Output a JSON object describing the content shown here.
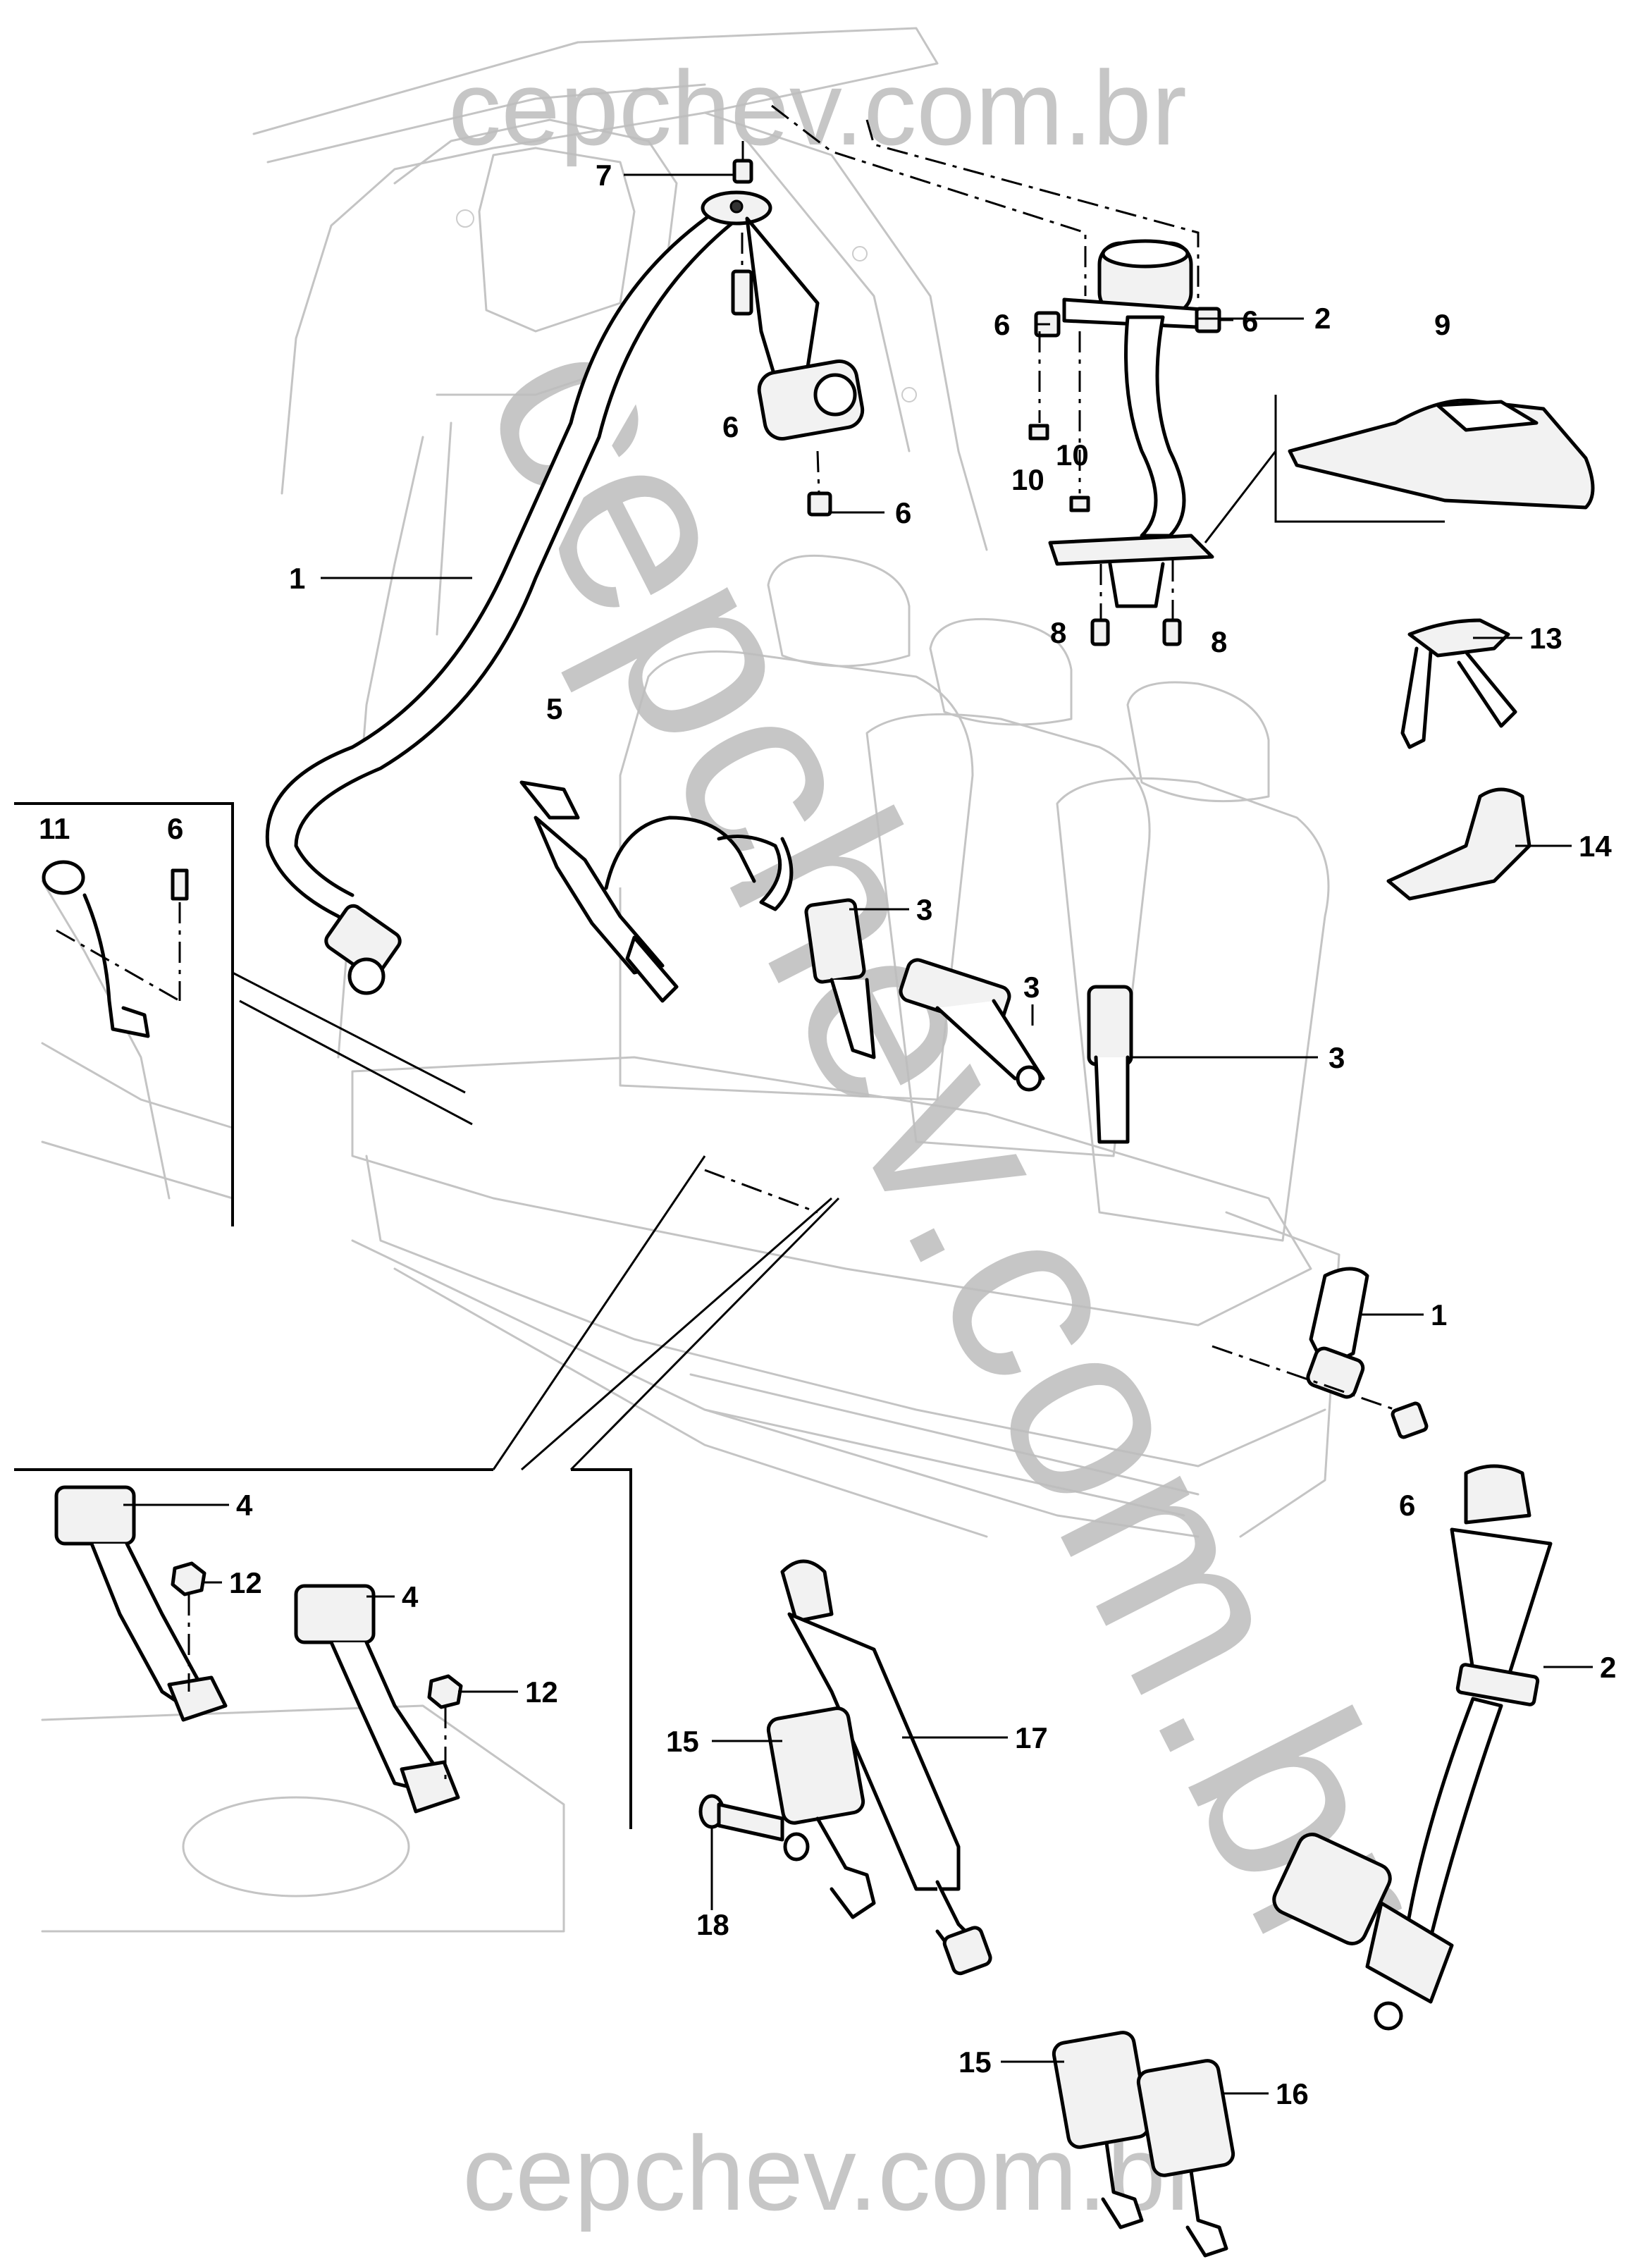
{
  "watermarks": {
    "top": "cepchev.com.br",
    "bottom": "cepchev.com.br",
    "diagonal": "cepchev.com.br"
  },
  "callouts": [
    {
      "id": "c1-upper",
      "label": "1"
    },
    {
      "id": "c2-upper",
      "label": "2"
    },
    {
      "id": "c3-a",
      "label": "3"
    },
    {
      "id": "c3-b",
      "label": "3"
    },
    {
      "id": "c3-c",
      "label": "3"
    },
    {
      "id": "c4-a",
      "label": "4"
    },
    {
      "id": "c4-b",
      "label": "4"
    },
    {
      "id": "c5",
      "label": "5"
    },
    {
      "id": "c6-a",
      "label": "6"
    },
    {
      "id": "c6-b",
      "label": "6"
    },
    {
      "id": "c6-c",
      "label": "6"
    },
    {
      "id": "c6-d",
      "label": "6"
    },
    {
      "id": "c6-e",
      "label": "6"
    },
    {
      "id": "c6-f",
      "label": "6"
    },
    {
      "id": "c7",
      "label": "7"
    },
    {
      "id": "c8-a",
      "label": "8"
    },
    {
      "id": "c8-b",
      "label": "8"
    },
    {
      "id": "c9",
      "label": "9"
    },
    {
      "id": "c10-a",
      "label": "10"
    },
    {
      "id": "c10-b",
      "label": "10"
    },
    {
      "id": "c11",
      "label": "11"
    },
    {
      "id": "c12-a",
      "label": "12"
    },
    {
      "id": "c12-b",
      "label": "12"
    },
    {
      "id": "c13",
      "label": "13"
    },
    {
      "id": "c14",
      "label": "14"
    },
    {
      "id": "c1-lower",
      "label": "1"
    },
    {
      "id": "c2-lower",
      "label": "2"
    },
    {
      "id": "c15-a",
      "label": "15"
    },
    {
      "id": "c15-b",
      "label": "15"
    },
    {
      "id": "c16",
      "label": "16"
    },
    {
      "id": "c17",
      "label": "17"
    },
    {
      "id": "c18",
      "label": "18"
    }
  ]
}
